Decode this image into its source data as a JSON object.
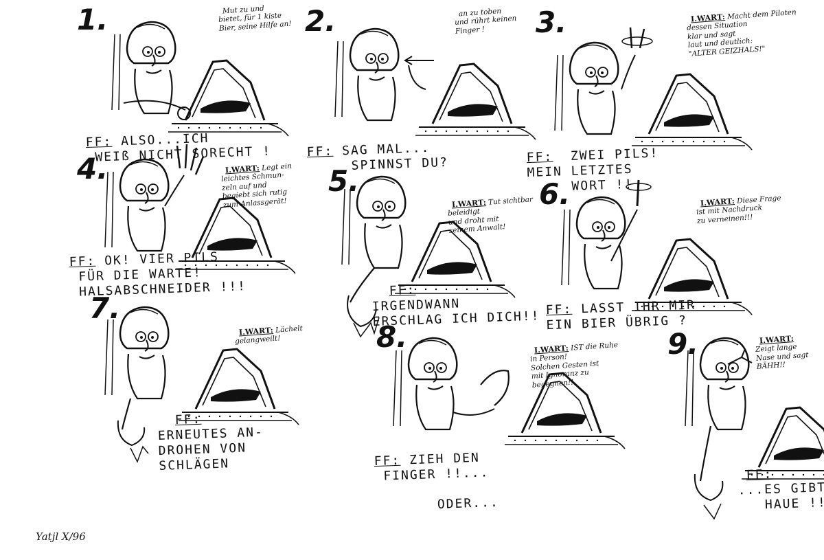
{
  "panels": [
    {
      "number": "1.",
      "annotation_label": "",
      "annotation": "Mut zu und\nbietet, für 1 kiste\nBier, seine Hilfe an!",
      "caption_label": "FF:",
      "caption": " ALSO...ICH\n   WEIß NICHT SORECHT !"
    },
    {
      "number": "2.",
      "annotation_label": "",
      "annotation": "an zu toben\nund rührt keinen\nFinger !",
      "caption_label": "FF:",
      "caption": " SAG MAL...\n       SPINNST DU?"
    },
    {
      "number": "3.",
      "annotation_label": "I.WART:",
      "annotation": " Macht dem Piloten\ndessen Situation\nklar und sagt\nlaut und deutlich:\n\"ALTER GEIZHALS!\"",
      "caption_label": "FF:",
      "caption": "  ZWEI PILS!\n  MEIN LETZTES\n       WORT !!"
    },
    {
      "number": "4.",
      "annotation_label": "I.WART:",
      "annotation": " Legt ein\nleichtes Schmun-\nzeln auf und\nbegiebt sich rutig\nzum Anlassgerät!",
      "caption_label": "FF:",
      "caption": " OK! VIER PILS\n   FÜR DIE WARTE!\n   HALSABSCHNEIDER !!!"
    },
    {
      "number": "5.",
      "annotation_label": "I.WART:",
      "annotation": " Tut sichtbar\nbeleidigt\nund droht mit\nseinem Anwalt!",
      "caption_label": "FF:",
      "caption": "\nIRGENDWANN\nERSCHLAG ICH DICH!!"
    },
    {
      "number": "6.",
      "annotation_label": "I.WART:",
      "annotation": " Diese Frage\nist mit Nachdruck\nzu verneinen!!!",
      "caption_label": "FF:",
      "caption": " LASST IHR MIR\n  EIN BIER ÜBRIG ?"
    },
    {
      "number": "7.",
      "annotation_label": "I.WART:",
      "annotation": " Lächelt\ngelangweilt!",
      "caption_label": "FF:",
      "caption": "\nERNEUTES AN-\nDROHEN VON\nSCHLÄGEN"
    },
    {
      "number": "8.",
      "annotation_label": "I.WART:",
      "annotation": " IST die Ruhe\nin Person!\nSolchen Gesten ist\nmit Ignoranz zu\nbegegnen!!",
      "caption_label": "FF:",
      "caption": " ZIEH DEN\n   FINGER !!...\n\n         ODER..."
    },
    {
      "number": "9.",
      "annotation_label": "I.WART:",
      "annotation": "\nZeigt lange\nNase und sagt\nBÄHH!!",
      "caption_label": "FF:",
      "caption": "\n ...ES GIBT\n    HAUE !!"
    }
  ],
  "signature": "Yatjl X/96"
}
